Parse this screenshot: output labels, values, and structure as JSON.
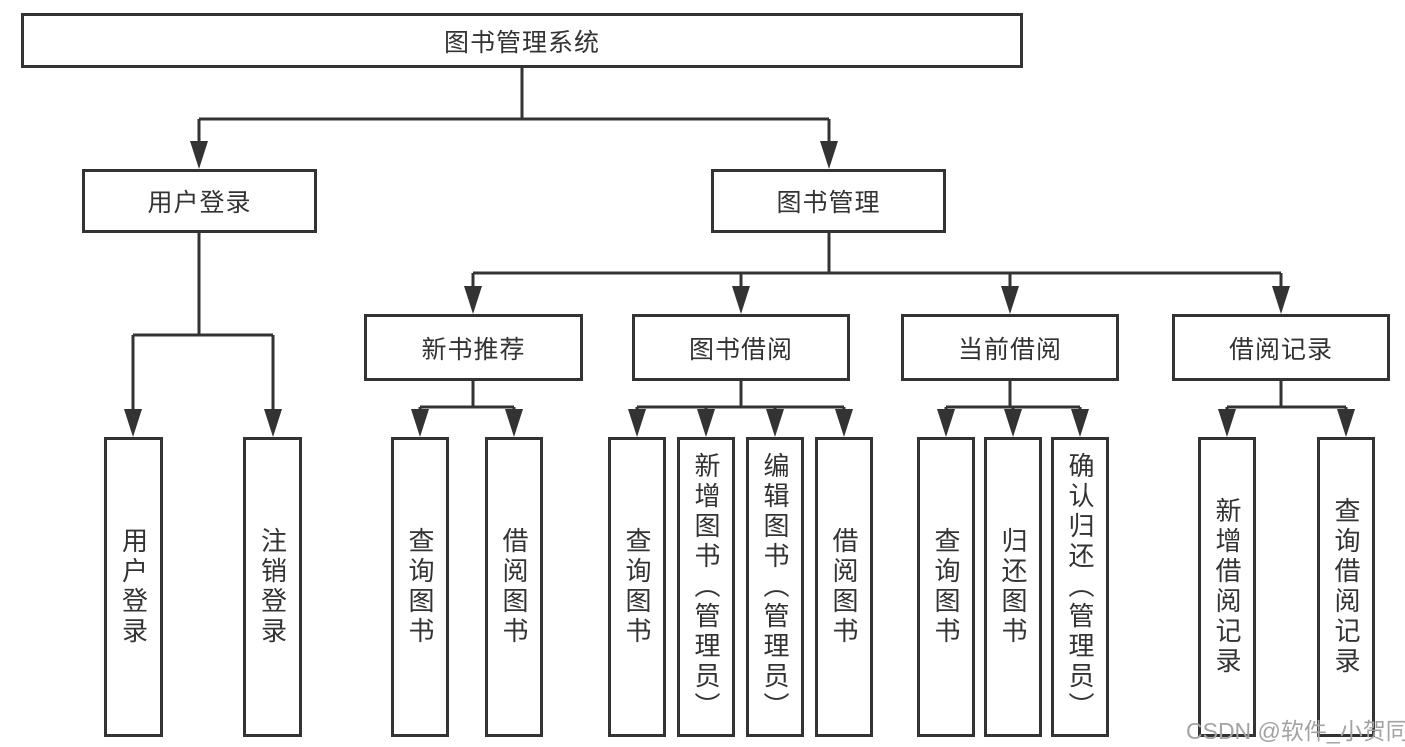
{
  "tree": {
    "label": "图书管理系统",
    "children": [
      {
        "label": "用户登录",
        "children": [
          {
            "label": "用户登录"
          },
          {
            "label": "注销登录"
          }
        ]
      },
      {
        "label": "图书管理",
        "children": [
          {
            "label": "新书推荐",
            "children": [
              {
                "label": "查询图书"
              },
              {
                "label": "借阅图书"
              }
            ]
          },
          {
            "label": "图书借阅",
            "children": [
              {
                "label": "查询图书"
              },
              {
                "label": "新增图书（管理员）"
              },
              {
                "label": "编辑图书（管理员）"
              },
              {
                "label": "借阅图书"
              }
            ]
          },
          {
            "label": "当前借阅",
            "children": [
              {
                "label": "查询图书"
              },
              {
                "label": "归还图书"
              },
              {
                "label": "确认归还（管理员）"
              }
            ]
          },
          {
            "label": "借阅记录",
            "children": [
              {
                "label": "新增借阅记录"
              },
              {
                "label": "查询借阅记录"
              }
            ]
          }
        ]
      }
    ]
  },
  "watermark": "CSDN @软件_小贺同学",
  "colors": {
    "line": "#333333",
    "box_border": "#333333",
    "text": "#333333",
    "watermark": "#a3a3a3"
  }
}
